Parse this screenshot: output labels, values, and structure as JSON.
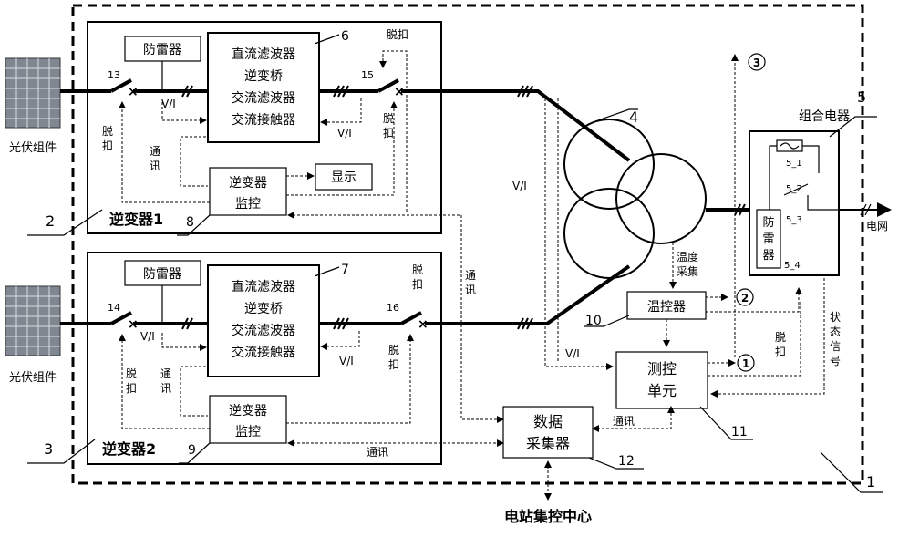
{
  "labels": {
    "pv_module": "光伏组件",
    "lightning_arrester": "防雷器",
    "inverter_block": [
      "直流滤波器",
      "逆变桥",
      "交流滤波器",
      "交流接触器"
    ],
    "vi": "V/I",
    "trip": "脱扣",
    "comm": "通讯",
    "inverter_monitor": [
      "逆变器",
      "监控"
    ],
    "display": "显示",
    "inverter1": "逆变器1",
    "inverter2": "逆变器2",
    "combined_appliance": "组合电器",
    "grid": "电网",
    "temp_collect": [
      "温度",
      "采集"
    ],
    "temp_controller": "温控器",
    "measure_control": [
      "测控",
      "单元"
    ],
    "data_collector": [
      "数据",
      "采集器"
    ],
    "status_signal": [
      "状",
      "态",
      "信",
      "号"
    ],
    "station_center": "电站集控中心",
    "vertical_arrester": [
      "防",
      "雷",
      "器"
    ],
    "sub_labels": [
      "5_1",
      "5_2",
      "5_3",
      "5_4"
    ],
    "circled": [
      "①",
      "②",
      "③"
    ]
  },
  "refs": {
    "n1": "1",
    "n2": "2",
    "n3": "3",
    "n4": "4",
    "n5": "5",
    "n6": "6",
    "n7": "7",
    "n8": "8",
    "n9": "9",
    "n10": "10",
    "n11": "11",
    "n12": "12",
    "n13": "13",
    "n14": "14",
    "n15": "15",
    "n16": "16"
  }
}
